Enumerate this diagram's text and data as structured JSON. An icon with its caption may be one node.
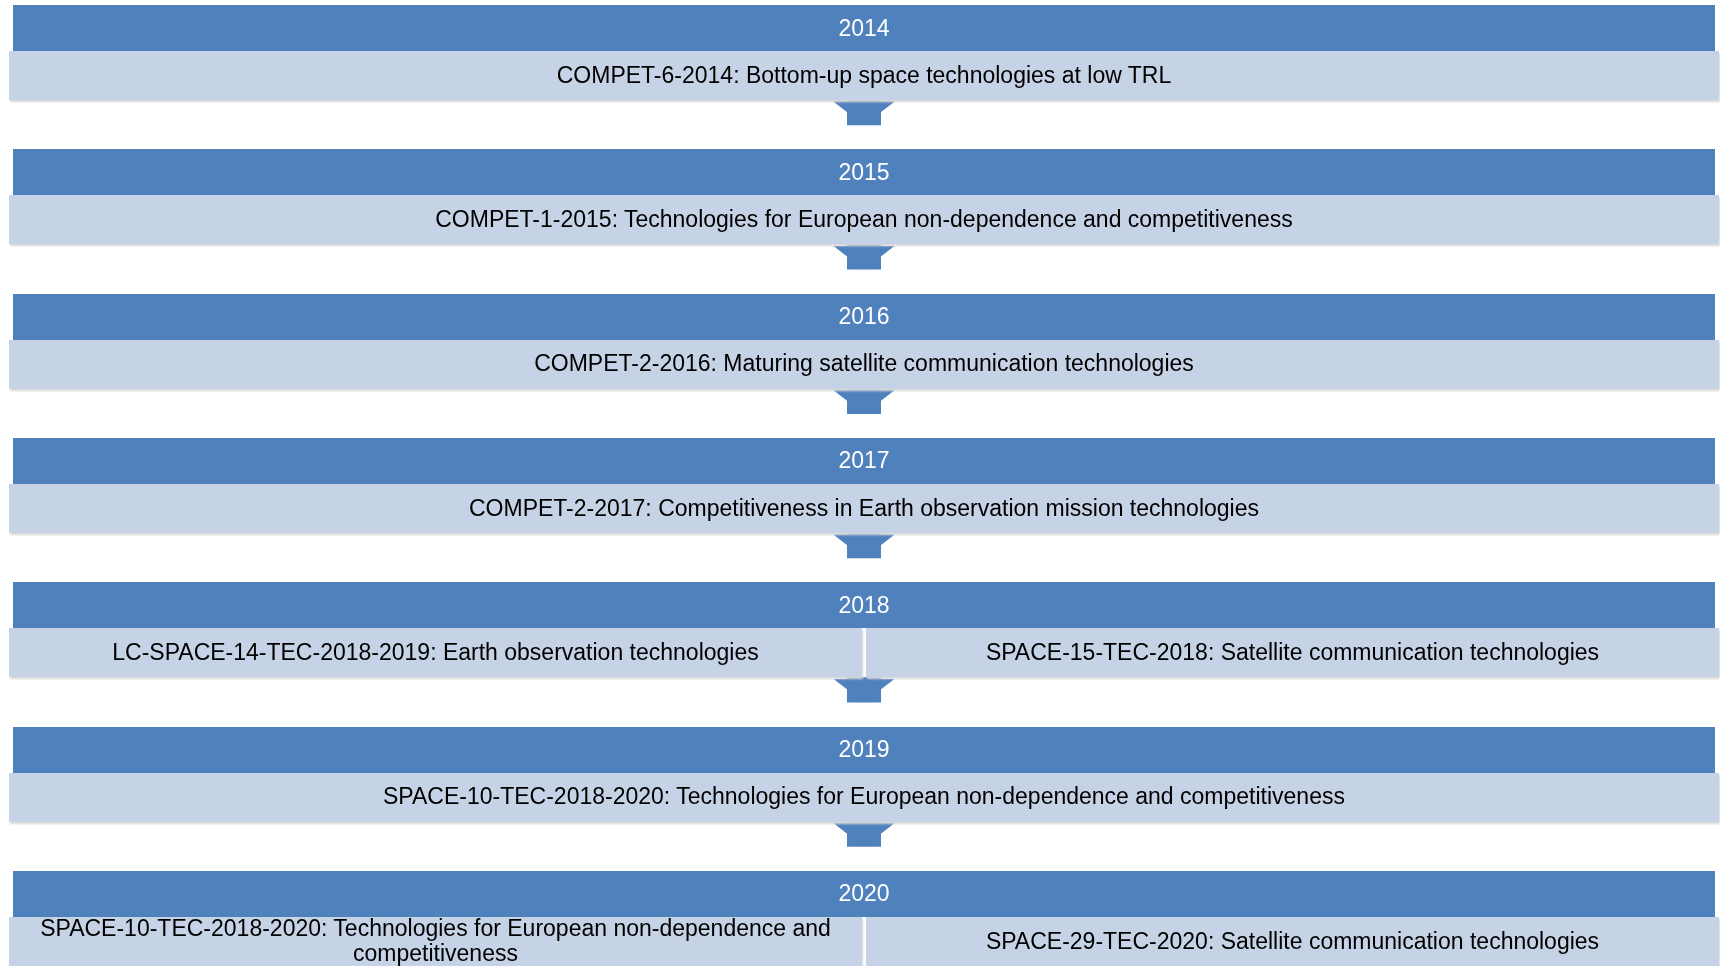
{
  "diagram": {
    "nodes": [
      {
        "text": [
          "2014"
        ]
      },
      {
        "text": [
          "COMPET-6-2014: Bottom-up space technologies at low TRL"
        ],
        "in": 0
      },
      {
        "text": [
          "2015"
        ]
      },
      {
        "text": [
          "COMPET-1-2015: Technologies for European non-dependence and competitiveness"
        ],
        "in": 2
      },
      {
        "text": [
          "2016"
        ]
      },
      {
        "text": [
          "COMPET-2-2016: Maturing satellite communication technologies"
        ],
        "in": 4
      },
      {
        "text": [
          "2017"
        ]
      },
      {
        "text": [
          "COMPET-2-2017: Competitiveness in Earth observation mission technologies"
        ],
        "in": 6
      },
      {
        "text": [
          "2018"
        ]
      },
      {
        "text": [
          "LC-SPACE-14-TEC-2018-2019: Earth observation technologies"
        ],
        "in": 8
      },
      {
        "text": [
          "SPACE-15-TEC-2018: Satellite communication technologies"
        ],
        "in": 8
      },
      {
        "text": [
          "2019"
        ]
      },
      {
        "text": [
          "SPACE-10-TEC-2018-2020: Technologies for European non-dependence and competitiveness"
        ],
        "in": 11
      },
      {
        "text": [
          "2020"
        ]
      },
      {
        "text": [
          "SPACE-10-TEC-2018-2020: Technologies for European non-dependence and competitiveness"
        ],
        "in": 13
      },
      {
        "text": [
          "SPACE-29-TEC-2020: Satellite communication technologies"
        ],
        "in": 13
      }
    ],
    "edges": [
      {
        "from": 0,
        "to": 2,
        "arrow": "to"
      },
      {
        "from": 2,
        "to": 4,
        "arrow": "to"
      },
      {
        "from": 4,
        "to": 6,
        "arrow": "to"
      },
      {
        "from": 6,
        "to": 8,
        "arrow": "to"
      },
      {
        "from": 8,
        "to": 11,
        "arrow": "to"
      },
      {
        "from": 11,
        "to": 13,
        "arrow": "to"
      }
    ]
  }
}
